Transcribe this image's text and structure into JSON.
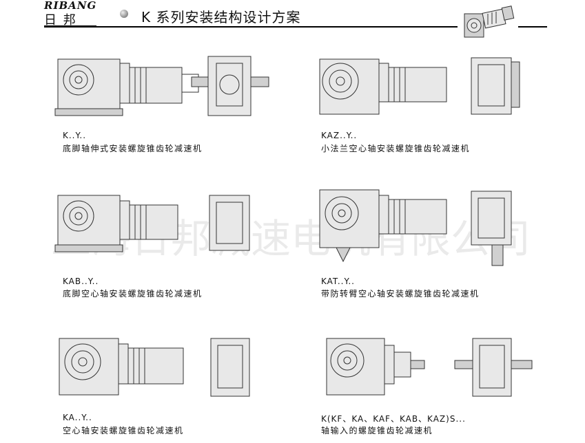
{
  "header": {
    "logo_en": "RIBANG",
    "logo_cn": "日  邦",
    "title": "K 系列安装结构设计方案"
  },
  "watermark": "上海日邦减速电机有限公司",
  "items": [
    {
      "code": "K..Y..",
      "desc": "底脚轴伸式安装螺旋锥齿轮减速机"
    },
    {
      "code": "KAZ..Y..",
      "desc": "小法兰空心轴安装螺旋锥齿轮减速机"
    },
    {
      "code": "KAB..Y..",
      "desc": "底脚空心轴安装螺旋锥齿轮减速机"
    },
    {
      "code": "KAT..Y..",
      "desc": "带防转臂空心轴安装螺旋锥齿轮减速机"
    },
    {
      "code": "KA..Y..",
      "desc": "空心轴安装螺旋锥齿轮减速机"
    },
    {
      "code": "K(KF、KA、KAF、KAB、KAZ)S...",
      "desc": "轴输入的螺旋锥齿轮减速机"
    }
  ]
}
